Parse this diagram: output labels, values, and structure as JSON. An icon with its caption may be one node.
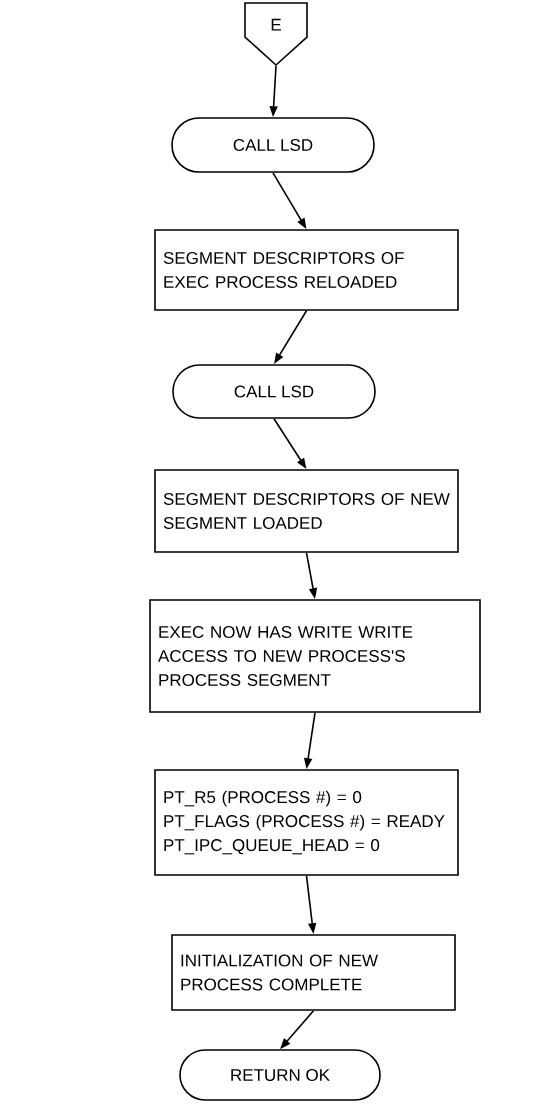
{
  "diagram": {
    "nodes": [
      {
        "text": [
          "E"
        ]
      },
      {
        "text": [
          "CALL LSD"
        ]
      },
      {
        "text": [
          "SEGMENT DESCRIPTORS OF EXEC PROCESS RELOADED"
        ]
      },
      {
        "text": [
          "CALL LSD"
        ]
      },
      {
        "text": [
          "SEGMENT DESCRIPTORS OF NEW SEGMENT LOADED"
        ]
      },
      {
        "text": [
          "EXEC NOW HAS WRITE WRITE ACCESS TO NEW PROCESS'S PROCESS SEGMENT"
        ]
      },
      {
        "text": [
          "PT_R5 (PROCESS #) = 0",
          "PT_FLAGS (PROCESS #) = READY",
          "PT_IPC_QUEUE_HEAD = 0"
        ]
      },
      {
        "text": [
          "INITIALIZATION OF NEW PROCESS COMPLETE"
        ]
      },
      {
        "text": [
          "RETURN OK"
        ]
      }
    ],
    "edges": [
      {
        "from": 0,
        "to": 1,
        "arrow": "to"
      },
      {
        "from": 1,
        "to": 2,
        "arrow": "to"
      },
      {
        "from": 2,
        "to": 3,
        "arrow": "to"
      },
      {
        "from": 3,
        "to": 4,
        "arrow": "to"
      },
      {
        "from": 4,
        "to": 5,
        "arrow": "to"
      },
      {
        "from": 5,
        "to": 6,
        "arrow": "to"
      },
      {
        "from": 6,
        "to": 7,
        "arrow": "to"
      },
      {
        "from": 7,
        "to": 8,
        "arrow": "to"
      }
    ]
  }
}
